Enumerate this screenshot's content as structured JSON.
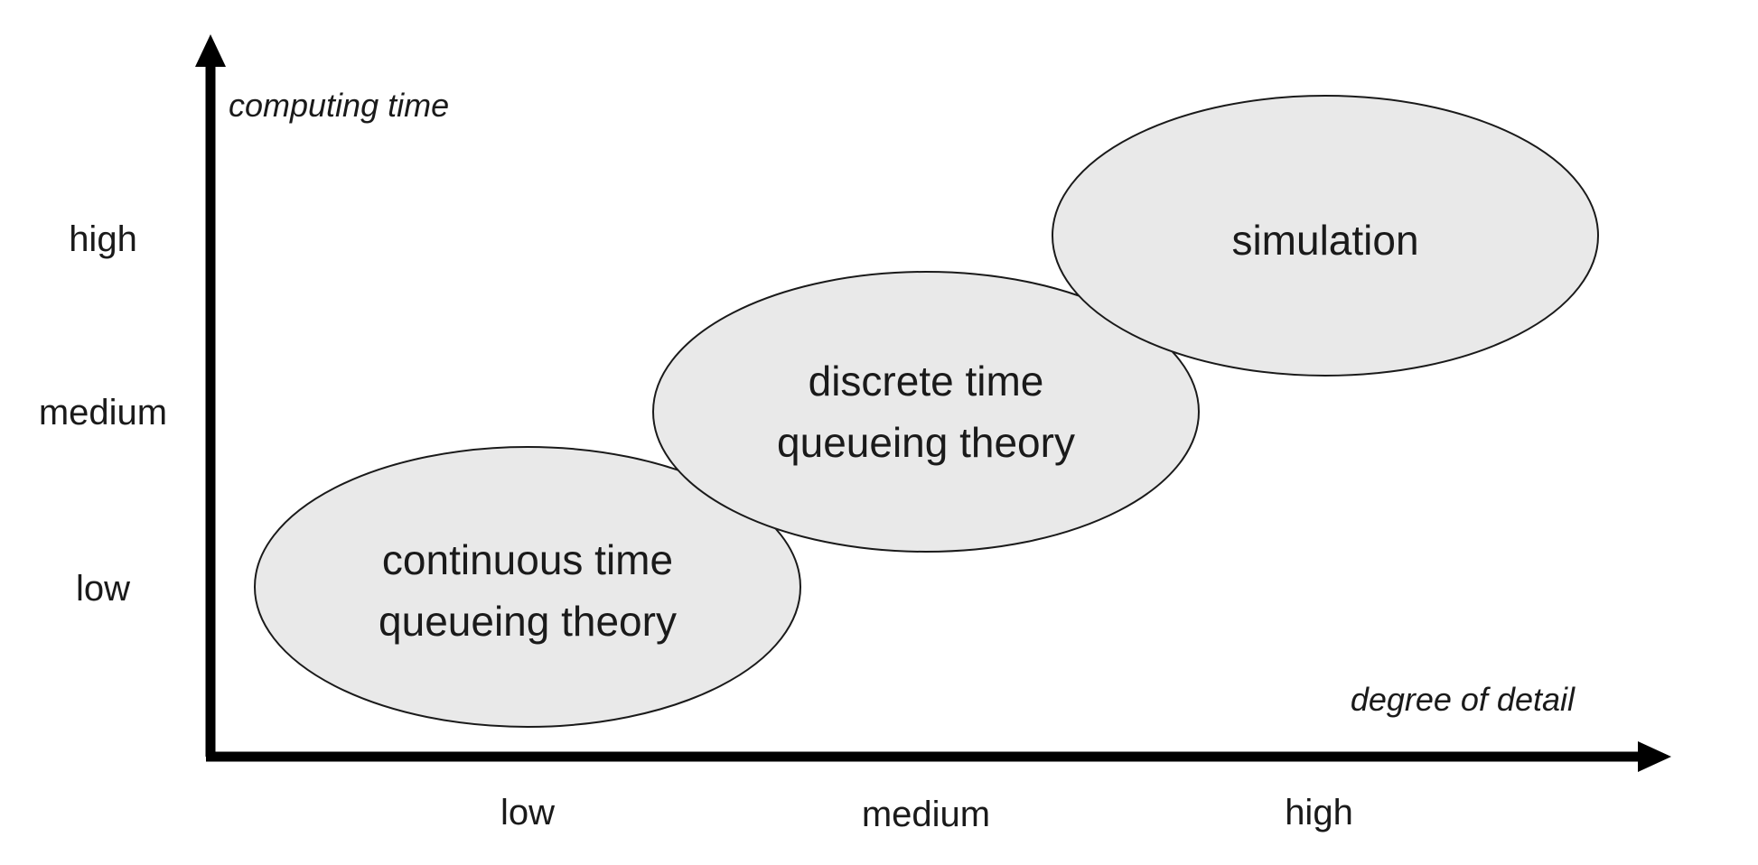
{
  "colors": {
    "background": "#ffffff",
    "axis": "#000000",
    "region_fill": "#e9e9e9",
    "region_stroke": "#1a1a1a",
    "text": "#1a1a1a"
  },
  "y_axis": {
    "title": "computing time",
    "ticks": [
      "high",
      "medium",
      "low"
    ]
  },
  "x_axis": {
    "title": "degree of detail",
    "ticks": [
      "low",
      "medium",
      "high"
    ]
  },
  "regions": [
    {
      "lines": [
        "continuous time",
        "queueing theory"
      ]
    },
    {
      "lines": [
        "discrete time",
        "queueing theory"
      ]
    },
    {
      "lines": [
        "simulation"
      ]
    }
  ]
}
